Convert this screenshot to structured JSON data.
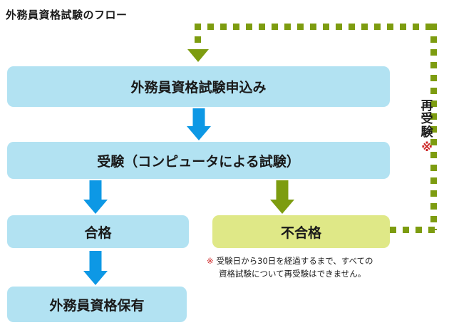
{
  "title": "外務員資格試験のフロー",
  "colors": {
    "box_blue": "#b2e2f2",
    "box_olive": "#dfe887",
    "arrow_blue": "#0d98e5",
    "arrow_olive": "#7d9c10",
    "dotted_line": "#7d9c10",
    "text": "#1a1a1a",
    "mark_red": "#cc2222",
    "background": "#ffffff"
  },
  "nodes": [
    {
      "id": "apply",
      "label": "外務員資格試験申込み",
      "style": "blue"
    },
    {
      "id": "exam",
      "label": "受験（コンピュータによる試験）",
      "style": "blue"
    },
    {
      "id": "pass",
      "label": "合格",
      "style": "blue"
    },
    {
      "id": "fail",
      "label": "不合格",
      "style": "olive"
    },
    {
      "id": "hold",
      "label": "外務員資格保有",
      "style": "blue"
    }
  ],
  "edges": [
    {
      "from": "apply",
      "to": "exam",
      "style": "solid",
      "color": "#0d98e5"
    },
    {
      "from": "exam",
      "to": "pass",
      "style": "solid",
      "color": "#0d98e5"
    },
    {
      "from": "exam",
      "to": "fail",
      "style": "solid",
      "color": "#7d9c10"
    },
    {
      "from": "pass",
      "to": "hold",
      "style": "solid",
      "color": "#0d98e5"
    },
    {
      "from": "fail",
      "to": "apply",
      "style": "dotted",
      "color": "#7d9c10",
      "label": "再受験 ※"
    }
  ],
  "retake_label": {
    "chars": [
      "再",
      "受",
      "験"
    ],
    "mark": "※"
  },
  "footnote": {
    "mark": "※",
    "line1": "受験日から30日を経過するまで、すべての",
    "line2": "資格試験について再受験はできません。"
  }
}
